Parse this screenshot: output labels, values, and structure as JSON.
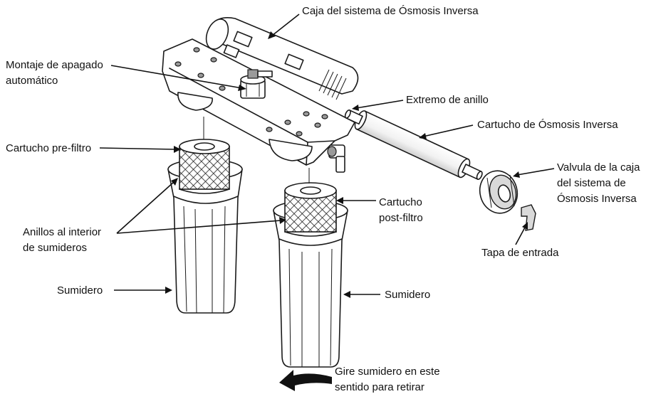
{
  "diagram": {
    "labels": {
      "caja_ro": "Caja del sistema de Ósmosis Inversa",
      "montaje_line1": "Montaje de apagado",
      "montaje_line2": "automático",
      "extremo_anillo": "Extremo de anillo",
      "cartucho_ro": "Cartucho de Ósmosis Inversa",
      "cartucho_pre": "Cartucho pre-filtro",
      "valvula_line1": "Valvula de la caja",
      "valvula_line2": "del sistema de",
      "valvula_line3": "Ósmosis Inversa",
      "cartucho_post_line1": "Cartucho",
      "cartucho_post_line2": "post-filtro",
      "anillos_line1": "Anillos al interior",
      "anillos_line2": "de sumideros",
      "tapa_entrada": "Tapa de entrada",
      "sumidero_left": "Sumidero",
      "sumidero_right": "Sumidero",
      "gire_line1": "Gire sumidero en este",
      "gire_line2": "sentido para retirar"
    }
  }
}
